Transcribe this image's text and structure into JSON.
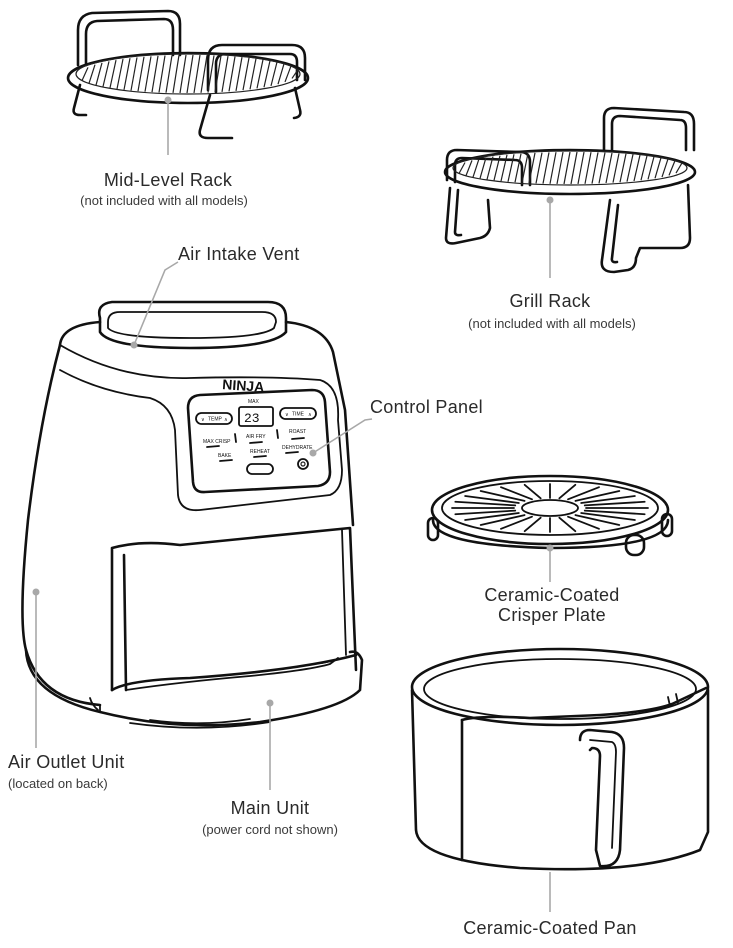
{
  "labels": {
    "mid_level_rack": {
      "name": "Mid-Level Rack",
      "note": "(not included with all models)"
    },
    "grill_rack": {
      "name": "Grill Rack",
      "note": "(not included with all models)"
    },
    "air_intake_vent": {
      "name": "Air Intake Vent"
    },
    "control_panel": {
      "name": "Control Panel"
    },
    "crisper_plate": {
      "line1": "Ceramic-Coated",
      "line2": "Crisper Plate"
    },
    "air_outlet_unit": {
      "name": "Air Outlet Unit",
      "note": "(located on back)"
    },
    "main_unit": {
      "name": "Main Unit",
      "note": "(power cord not shown)"
    },
    "pan": {
      "name": "Ceramic-Coated Pan"
    }
  },
  "panel": {
    "brand": "NINJA",
    "max": "MAX",
    "display": "23",
    "temp": "TEMP",
    "time": "TIME",
    "functions": [
      "MAX CRISP",
      "AIR FRY",
      "ROAST",
      "BAKE",
      "REHEAT",
      "DEHYDRATE"
    ]
  },
  "colors": {
    "line": "#111111",
    "leader": "#a8a8a8",
    "text": "#2a2a2a"
  }
}
